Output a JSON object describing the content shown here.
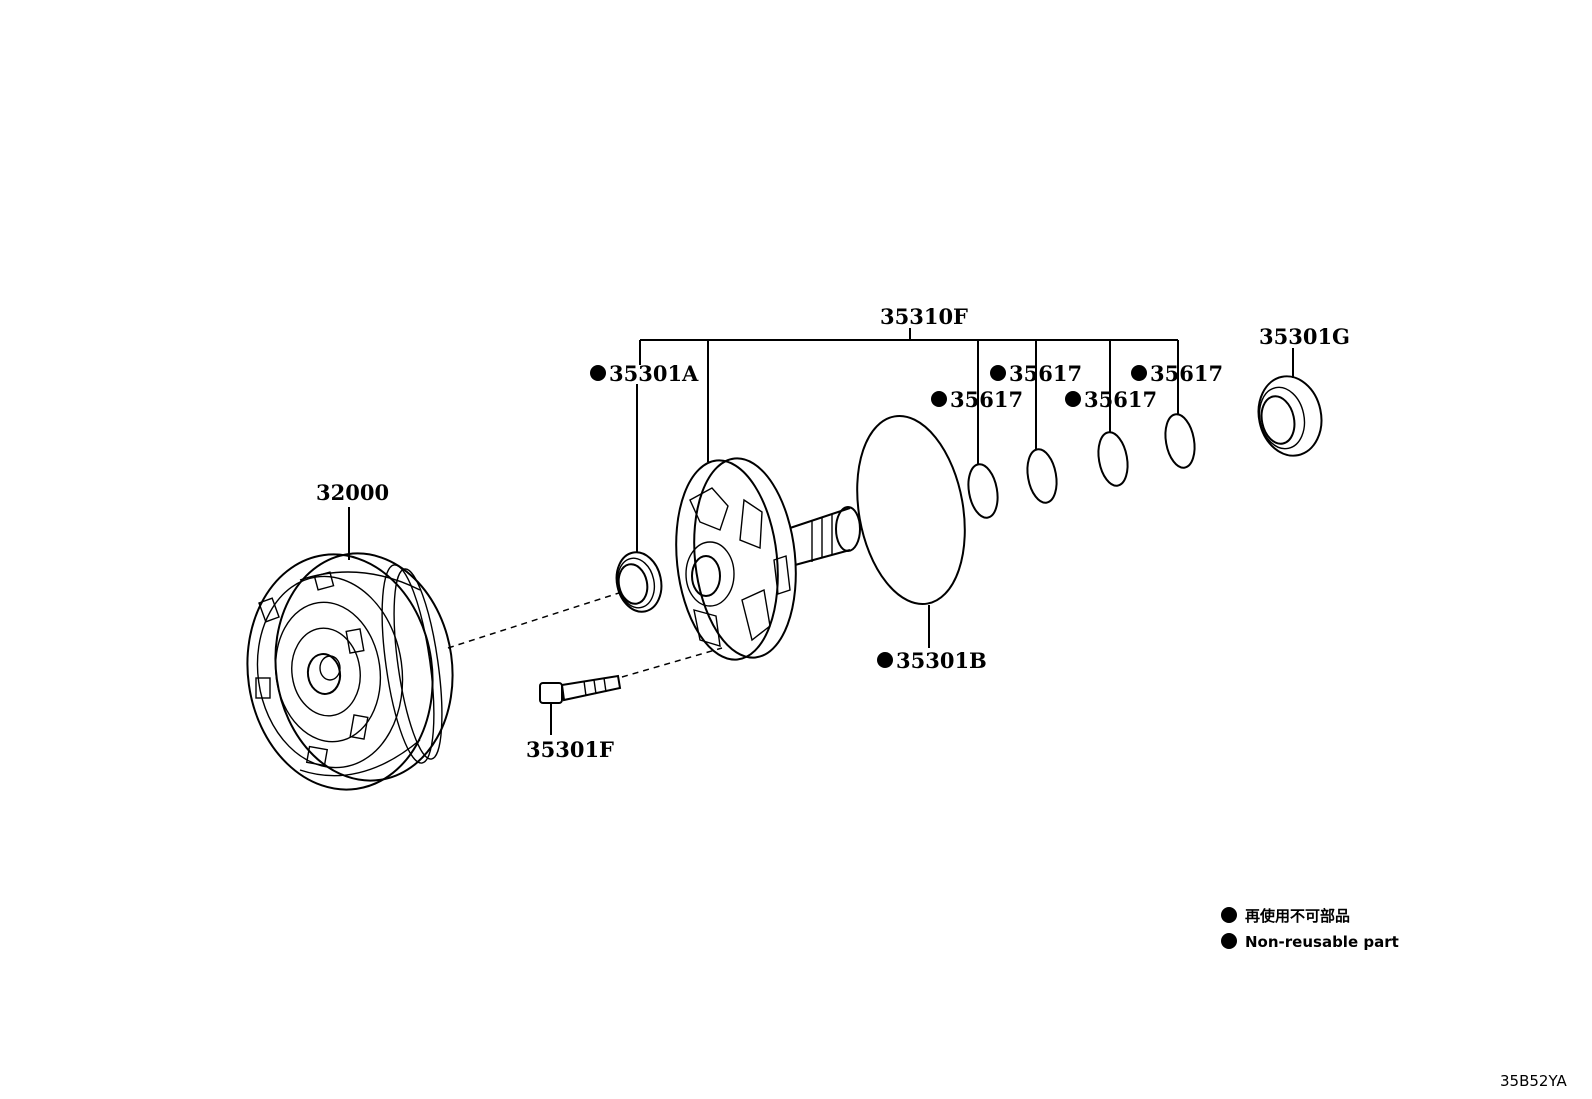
{
  "parts": {
    "p32000": "32000",
    "p35310F": "35310F",
    "p35301A": "35301A",
    "p35301B": "35301B",
    "p35301F": "35301F",
    "p35301G": "35301G",
    "p35617_1": "35617",
    "p35617_2": "35617",
    "p35617_3": "35617",
    "p35617_4": "35617"
  },
  "legend": {
    "jp": "再使用不可部品",
    "en": "Non-reusable part"
  },
  "diagram_code": "35B52YA"
}
